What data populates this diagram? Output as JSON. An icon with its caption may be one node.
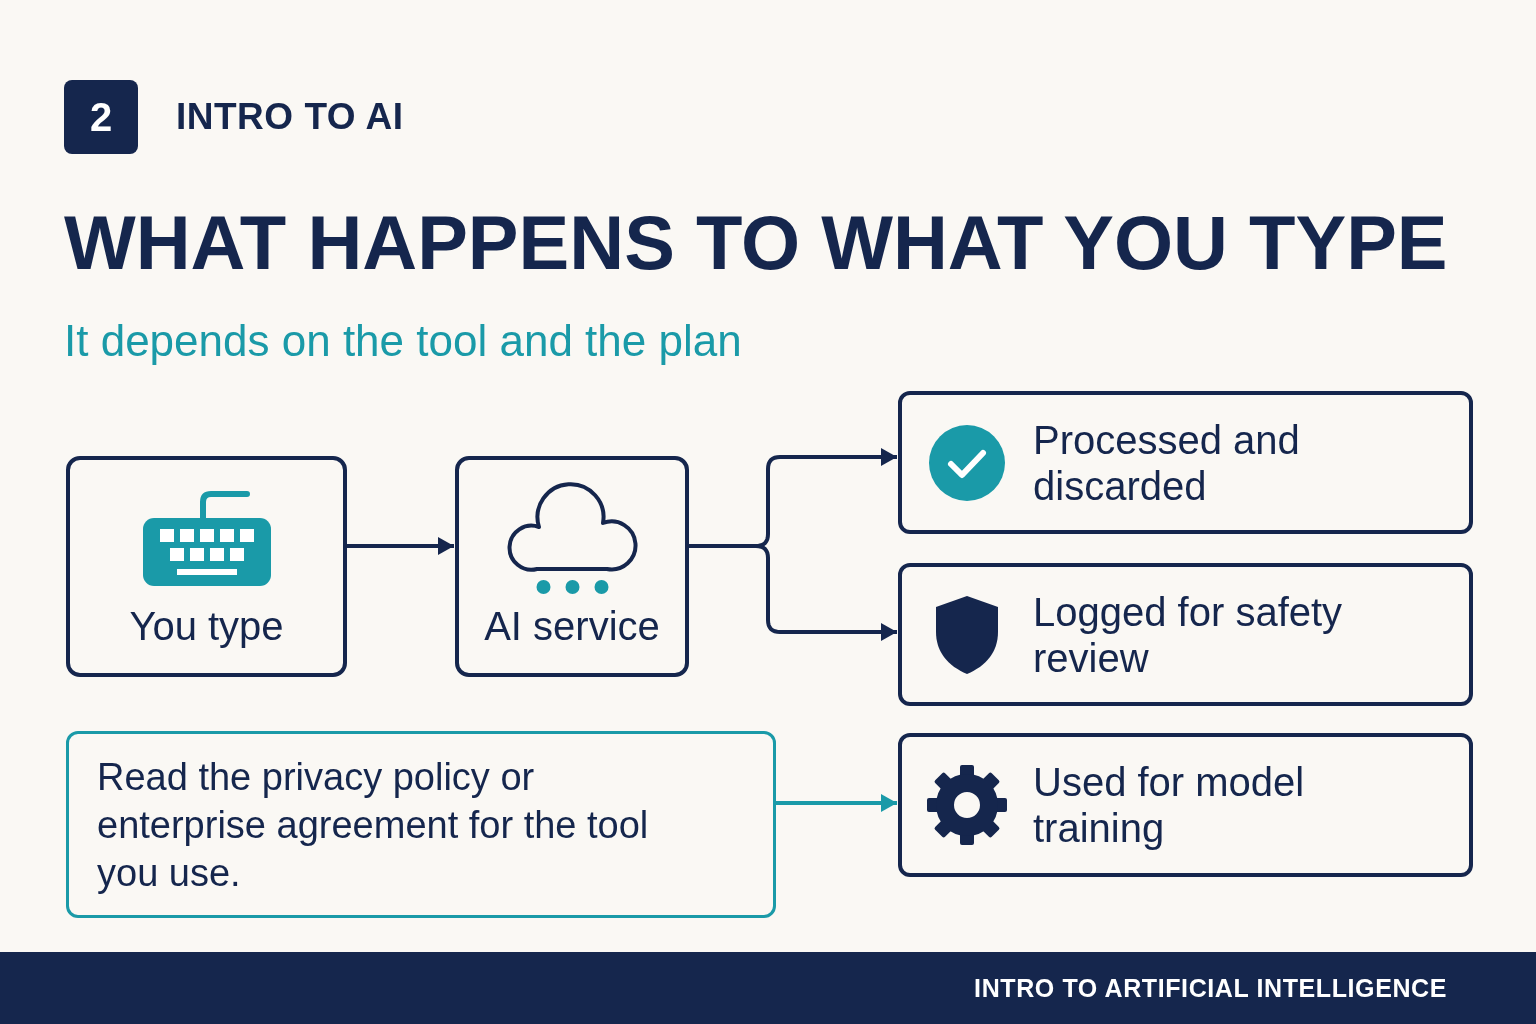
{
  "diagram": {
    "title": "WHAT HAPPENS TO WHAT YOU TYPE",
    "nodes": [
      {
        "text": [
          "2"
        ]
      },
      {
        "text": [
          "You type"
        ]
      },
      {
        "text": [
          "AI service"
        ]
      },
      {
        "text": [
          "Processed and discarded"
        ]
      },
      {
        "text": [
          "Logged for safety review"
        ]
      },
      {
        "text": [
          "Read the privacy policy or enterprise agreement for the tool you use."
        ]
      },
      {
        "text": [
          "Used for model training"
        ]
      },
      {
        "text": [
          "INTRO TO ARTIFICIAL INTELLIGENCE"
        ]
      }
    ],
    "edges": [
      {
        "from": 1,
        "to": 2,
        "arrow": "to"
      },
      {
        "from": 2,
        "to": 3,
        "arrow": "to"
      },
      {
        "from": 2,
        "to": 4,
        "arrow": "to"
      },
      {
        "from": 5,
        "to": 6,
        "arrow": "to",
        "color": "#1a9aa8"
      }
    ],
    "labels": [
      "INTRO TO AI",
      "It depends on the tool and the plan"
    ]
  }
}
